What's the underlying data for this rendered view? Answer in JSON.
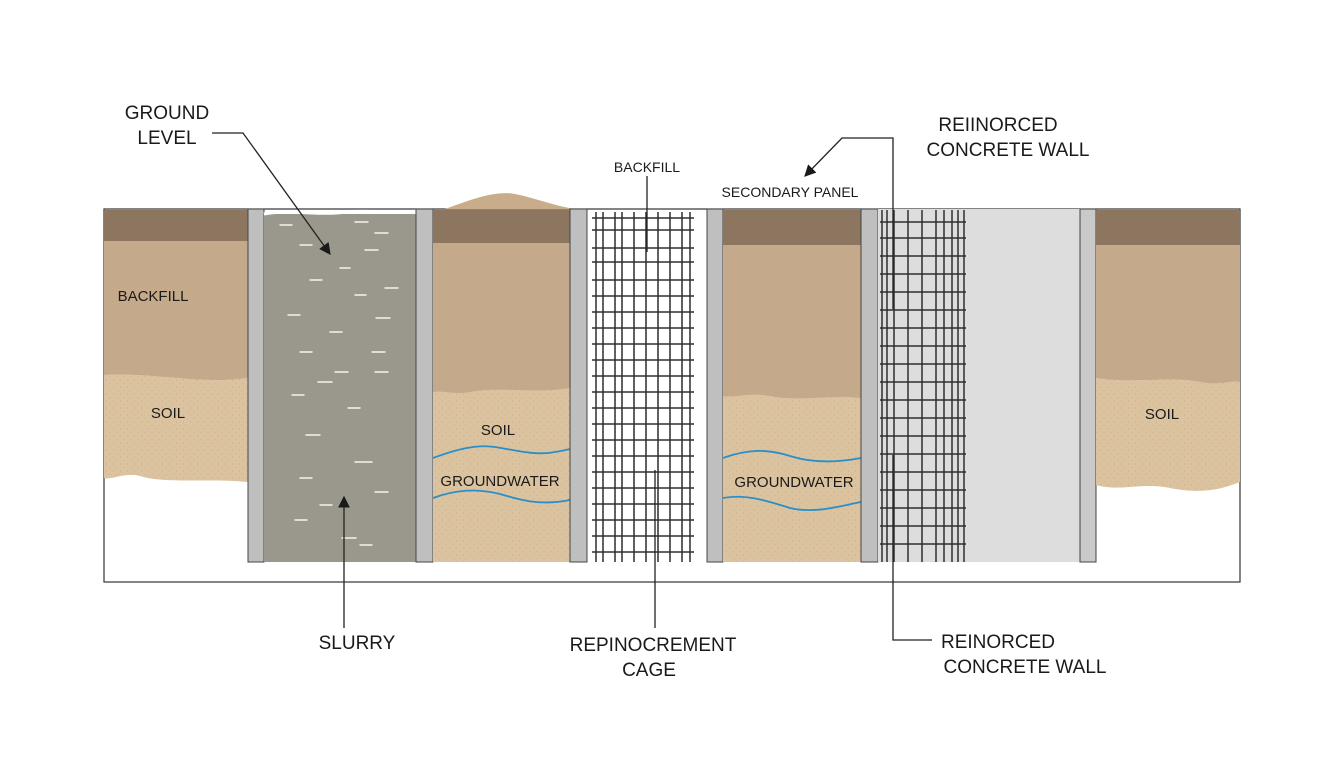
{
  "labels": {
    "ground_level_line1": "GROUND",
    "ground_level_line2": "LEVEL",
    "backfill_top": "BACKFILL",
    "secondary_panel": "SECONDARY PANEL",
    "top_wall_line1": "REIINORCED",
    "top_wall_line2": "CONCRETE WALL",
    "backfill_left": "BACKFILL",
    "soil_left": "SOIL",
    "soil_middle": "SOIL",
    "groundwater_left": "GROUNDWATER",
    "groundwater_right": "GROUNDWATER",
    "soil_right": "SOIL",
    "slurry": "SLURRY",
    "cage_line1": "REPINOCREMENT",
    "cage_line2": "CAGE",
    "bottom_wall_line1": "REINORCED",
    "bottom_wall_line2": "CONCRETE WALL"
  },
  "colors": {
    "topsoil": "#8c7660",
    "backfill": "#c4a98a",
    "soil": "#dcc3a0",
    "slurry": "#9a978c",
    "wall_panel": "#bfbfbf",
    "concrete": "#dddddd",
    "rebar": "#2e2e2e",
    "groundwater": "#2a8fc8",
    "leader": "#222222"
  }
}
